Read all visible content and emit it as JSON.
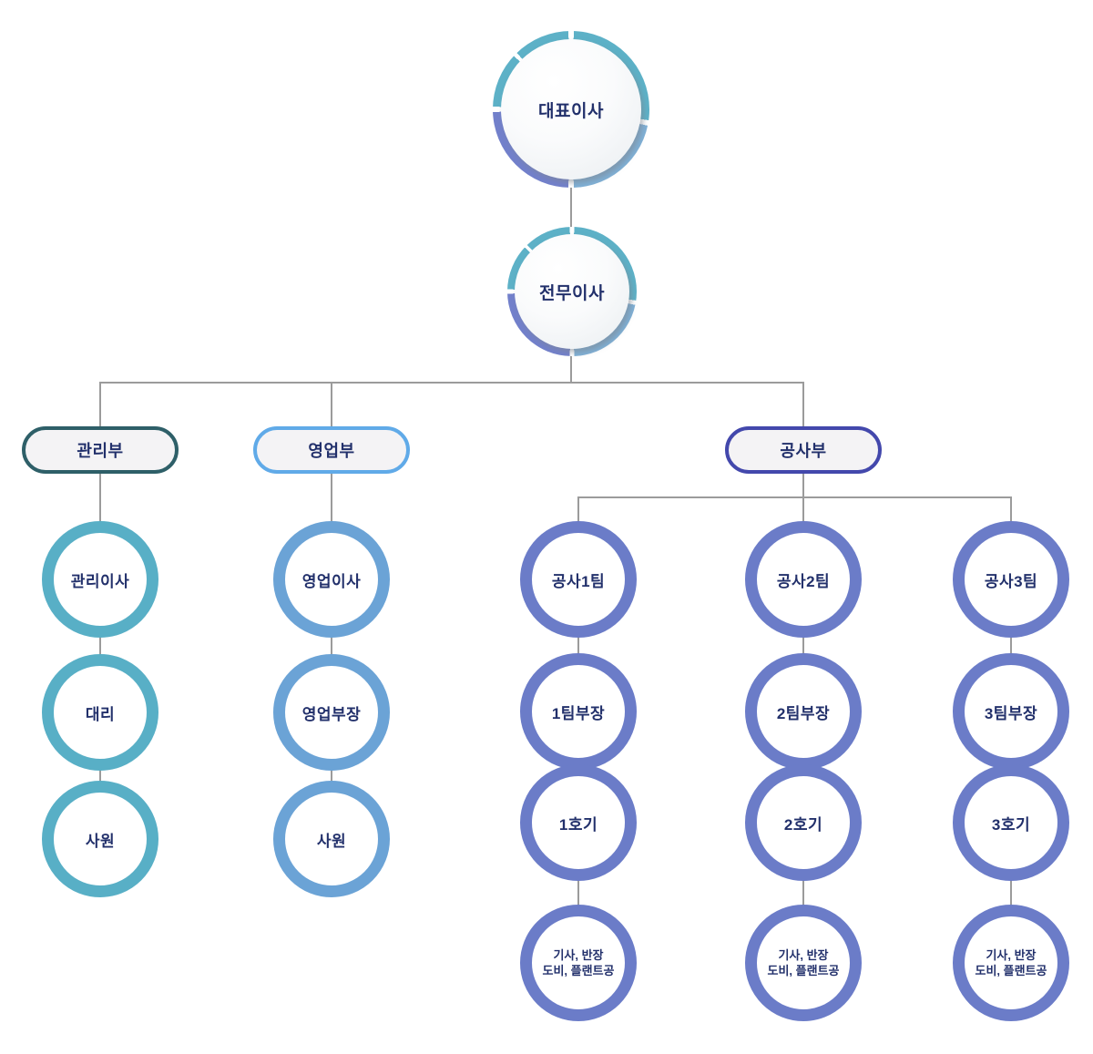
{
  "colors": {
    "teal": "#58afc6",
    "steel_blue": "#6ba3d6",
    "indigo": "#6b7cc8",
    "dept1_border": "#2e5f68",
    "dept2_border": "#60aae8",
    "dept3_border": "#4348ac",
    "pill_fill": "#f4f3f5",
    "text": "#22306b",
    "line": "#9b9b9b",
    "ring_teal": "#5db1c7",
    "ring_blue": "#7fb0d6",
    "ring_periwinkle": "#7280cb"
  },
  "nodes": {
    "ceo": {
      "label": "대표이사"
    },
    "executive_director": {
      "label": "전무이사"
    }
  },
  "departments": [
    {
      "label": "관리부",
      "members": [
        {
          "label": "관리이사"
        },
        {
          "label": "대리"
        },
        {
          "label": "사원"
        }
      ]
    },
    {
      "label": "영업부",
      "members": [
        {
          "label": "영업이사"
        },
        {
          "label": "영업부장"
        },
        {
          "label": "사원"
        }
      ]
    },
    {
      "label": "공사부",
      "teams": [
        {
          "label": "공사1팀",
          "members": [
            {
              "label": "1팀부장"
            },
            {
              "label": "1호기"
            },
            {
              "label_line1": "기사, 반장",
              "label_line2": "도비, 플랜트공"
            }
          ]
        },
        {
          "label": "공사2팀",
          "members": [
            {
              "label": "2팀부장"
            },
            {
              "label": "2호기"
            },
            {
              "label_line1": "기사, 반장",
              "label_line2": "도비, 플랜트공"
            }
          ]
        },
        {
          "label": "공사3팀",
          "members": [
            {
              "label": "3팀부장"
            },
            {
              "label": "3호기"
            },
            {
              "label_line1": "기사, 반장",
              "label_line2": "도비, 플랜트공"
            }
          ]
        }
      ]
    }
  ]
}
